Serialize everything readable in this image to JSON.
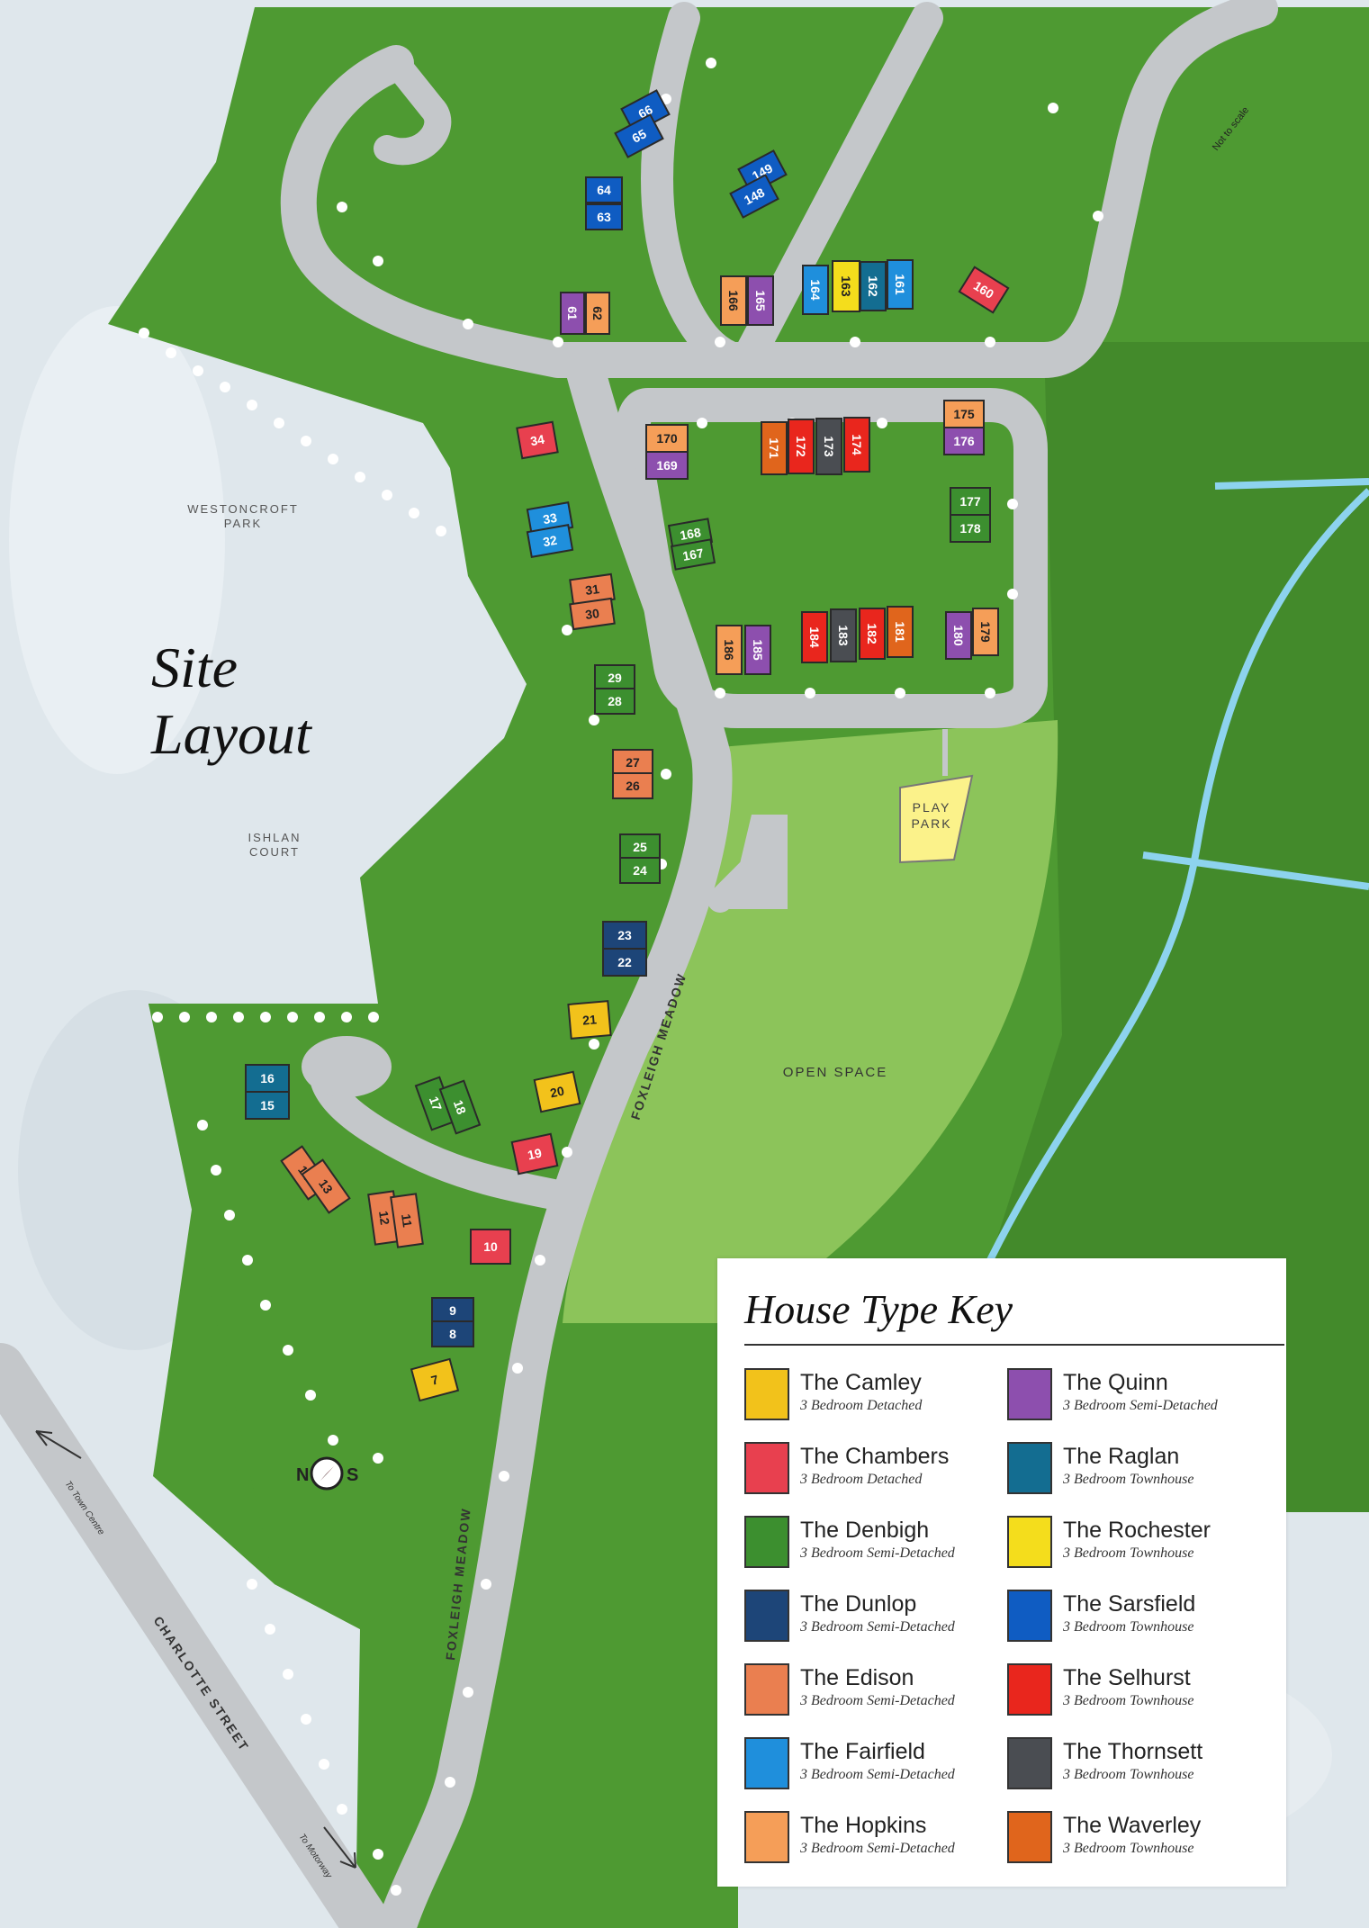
{
  "title": {
    "line1": "Site",
    "line2": "Layout"
  },
  "labels": {
    "westoncroft": "WESTONCROFT",
    "westoncroft_park": "PARK",
    "ishlan": "ISHLAN",
    "ishlan_court": "COURT",
    "open_space": "OPEN SPACE",
    "play": "PLAY",
    "park": "PARK",
    "foxleigh_upper": "FOXLEIGH MEADOW",
    "foxleigh_lower": "FOXLEIGH MEADOW",
    "charlotte": "CHARLOTTE STREET",
    "to_town": "To Town Centre",
    "to_motorway": "To Motorway",
    "not_to_scale": "Not to scale",
    "compass_n": "N",
    "compass_s": "S"
  },
  "key": {
    "title": "House Type Key",
    "items": [
      {
        "name": "The Camley",
        "desc": "3 Bedroom Detached",
        "color": "#f2c21b"
      },
      {
        "name": "The Chambers",
        "desc": "3 Bedroom Detached",
        "color": "#e8404f"
      },
      {
        "name": "The Denbigh",
        "desc": "3 Bedroom Semi-Detached",
        "color": "#3c8f2f"
      },
      {
        "name": "The Dunlop",
        "desc": "3 Bedroom Semi-Detached",
        "color": "#1d4578"
      },
      {
        "name": "The Edison",
        "desc": "3 Bedroom Semi-Detached",
        "color": "#ea7f50"
      },
      {
        "name": "The Fairfield",
        "desc": "3 Bedroom Semi-Detached",
        "color": "#1f8fdc"
      },
      {
        "name": "The Hopkins",
        "desc": "3 Bedroom Semi-Detached",
        "color": "#f59e58"
      },
      {
        "name": "The Quinn",
        "desc": "3 Bedroom Semi-Detached",
        "color": "#8d4fae"
      },
      {
        "name": "The Raglan",
        "desc": "3 Bedroom Townhouse",
        "color": "#136d91"
      },
      {
        "name": "The Rochester",
        "desc": "3 Bedroom Townhouse",
        "color": "#f4dd1c"
      },
      {
        "name": "The Sarsfield",
        "desc": "3 Bedroom Townhouse",
        "color": "#0f5cc2"
      },
      {
        "name": "The Selhurst",
        "desc": "3 Bedroom Townhouse",
        "color": "#e9261d"
      },
      {
        "name": "The Thornsett",
        "desc": "3 Bedroom Townhouse",
        "color": "#4a4d52"
      },
      {
        "name": "The Waverley",
        "desc": "3 Bedroom Townhouse",
        "color": "#e0651c"
      }
    ]
  },
  "plots": [
    {
      "label": "66",
      "type": "The Sarsfield"
    },
    {
      "label": "65",
      "type": "The Sarsfield"
    },
    {
      "label": "64",
      "type": "The Sarsfield"
    },
    {
      "label": "63",
      "type": "The Sarsfield"
    },
    {
      "label": "61",
      "type": "The Quinn"
    },
    {
      "label": "62",
      "type": "The Hopkins"
    },
    {
      "label": "149",
      "type": "The Sarsfield"
    },
    {
      "label": "148",
      "type": "The Sarsfield"
    },
    {
      "label": "166",
      "type": "The Hopkins"
    },
    {
      "label": "165",
      "type": "The Quinn"
    },
    {
      "label": "164",
      "type": "The Fairfield"
    },
    {
      "label": "163",
      "type": "The Rochester"
    },
    {
      "label": "162",
      "type": "The Raglan"
    },
    {
      "label": "161",
      "type": "The Fairfield"
    },
    {
      "label": "160",
      "type": "The Chambers"
    },
    {
      "label": "34",
      "type": "The Chambers"
    },
    {
      "label": "33",
      "type": "The Fairfield"
    },
    {
      "label": "32",
      "type": "The Fairfield"
    },
    {
      "label": "31",
      "type": "The Edison"
    },
    {
      "label": "30",
      "type": "The Edison"
    },
    {
      "label": "29",
      "type": "The Denbigh"
    },
    {
      "label": "28",
      "type": "The Denbigh"
    },
    {
      "label": "27",
      "type": "The Edison"
    },
    {
      "label": "26",
      "type": "The Edison"
    },
    {
      "label": "25",
      "type": "The Denbigh"
    },
    {
      "label": "24",
      "type": "The Denbigh"
    },
    {
      "label": "23",
      "type": "The Dunlop"
    },
    {
      "label": "22",
      "type": "The Dunlop"
    },
    {
      "label": "21",
      "type": "The Camley"
    },
    {
      "label": "170",
      "type": "The Hopkins"
    },
    {
      "label": "169",
      "type": "The Quinn"
    },
    {
      "label": "171",
      "type": "The Waverley"
    },
    {
      "label": "172",
      "type": "The Selhurst"
    },
    {
      "label": "173",
      "type": "The Thornsett"
    },
    {
      "label": "174",
      "type": "The Selhurst"
    },
    {
      "label": "175",
      "type": "The Hopkins"
    },
    {
      "label": "176",
      "type": "The Quinn"
    },
    {
      "label": "168",
      "type": "The Denbigh"
    },
    {
      "label": "167",
      "type": "The Denbigh"
    },
    {
      "label": "177",
      "type": "The Denbigh"
    },
    {
      "label": "178",
      "type": "The Denbigh"
    },
    {
      "label": "186",
      "type": "The Hopkins"
    },
    {
      "label": "185",
      "type": "The Quinn"
    },
    {
      "label": "184",
      "type": "The Selhurst"
    },
    {
      "label": "183",
      "type": "The Thornsett"
    },
    {
      "label": "182",
      "type": "The Selhurst"
    },
    {
      "label": "181",
      "type": "The Waverley"
    },
    {
      "label": "180",
      "type": "The Quinn"
    },
    {
      "label": "179",
      "type": "The Hopkins"
    },
    {
      "label": "16",
      "type": "The Raglan"
    },
    {
      "label": "15",
      "type": "The Raglan"
    },
    {
      "label": "17",
      "type": "The Denbigh"
    },
    {
      "label": "18",
      "type": "The Denbigh"
    },
    {
      "label": "20",
      "type": "The Camley"
    },
    {
      "label": "19",
      "type": "The Chambers"
    },
    {
      "label": "14",
      "type": "The Edison"
    },
    {
      "label": "13",
      "type": "The Edison"
    },
    {
      "label": "12",
      "type": "The Edison"
    },
    {
      "label": "11",
      "type": "The Edison"
    },
    {
      "label": "10",
      "type": "The Chambers"
    },
    {
      "label": "9",
      "type": "The Dunlop"
    },
    {
      "label": "8",
      "type": "The Dunlop"
    },
    {
      "label": "7",
      "type": "The Camley"
    }
  ]
}
